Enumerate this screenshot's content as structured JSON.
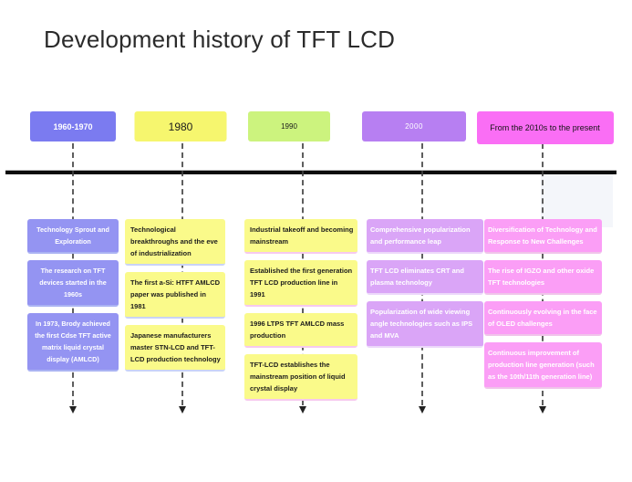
{
  "page": {
    "title": "Development history of TFT LCD"
  },
  "timeline": {
    "axis_color": "#0c0c0c",
    "connector_style": "dashed-arrow-down",
    "columns": [
      {
        "era": "1960-1970",
        "theme": {
          "header_bg": "#7b7bf0",
          "header_fg": "#ffffff",
          "box_bg": "#9494f2",
          "box_fg": "#ffffff",
          "edge": "#aab3f3"
        },
        "boxes": [
          "Technology Sprout and Exploration",
          "The research on TFT devices started in the 1960s",
          "In 1973, Brody achieved the first Cdse TFT active matrix liquid crystal display (AMLCD)"
        ]
      },
      {
        "era": "1980",
        "theme": {
          "header_bg": "#f6f66e",
          "header_fg": "#1c1c1c",
          "box_bg": "#fafa8a",
          "box_fg": "#1c1c1c",
          "edge": "#c9d3f6"
        },
        "boxes": [
          "Technological breakthroughs and the eve of industrialization",
          "The first a-Si: HTFT AMLCD paper was published in 1981",
          "Japanese manufacturers master STN-LCD and TFT-LCD production technology"
        ]
      },
      {
        "era": "1990",
        "theme": {
          "header_bg": "#ccf37e",
          "header_fg": "#1c1c1c",
          "box_bg": "#fafa8a",
          "box_fg": "#1c1c1c",
          "edge": "#f6c9ef"
        },
        "boxes": [
          "Industrial takeoff and becoming mainstream",
          "Established the first generation TFT LCD production line in 1991",
          "1996 LTPS TFT AMLCD mass production",
          "TFT-LCD establishes the mainstream position of liquid crystal display"
        ]
      },
      {
        "era": "2000",
        "theme": {
          "header_bg": "#b77ff2",
          "header_fg": "#ffffff",
          "box_bg": "#daa5f7",
          "box_fg": "#ffffff",
          "edge": "#ecd7fa"
        },
        "boxes": [
          "Comprehensive popularization and performance leap",
          "TFT LCD eliminates CRT and plasma technology",
          "Popularization of wide viewing angle technologies such as IPS and MVA"
        ]
      },
      {
        "era": "From the 2010s to the present",
        "theme": {
          "header_bg": "#fa6ef5",
          "header_fg": "#141414",
          "box_bg": "#fb9ef6",
          "box_fg": "#ffffff",
          "edge": "#f0c4ea"
        },
        "boxes": [
          "Diversification of Technology and Response to New Challenges",
          "The rise of IGZO and other oxide TFT technologies",
          "Continuously evolving in the face of OLED challenges",
          "Continuous improvement of production line generation (such as the 10th/11th generation line)"
        ]
      }
    ]
  }
}
